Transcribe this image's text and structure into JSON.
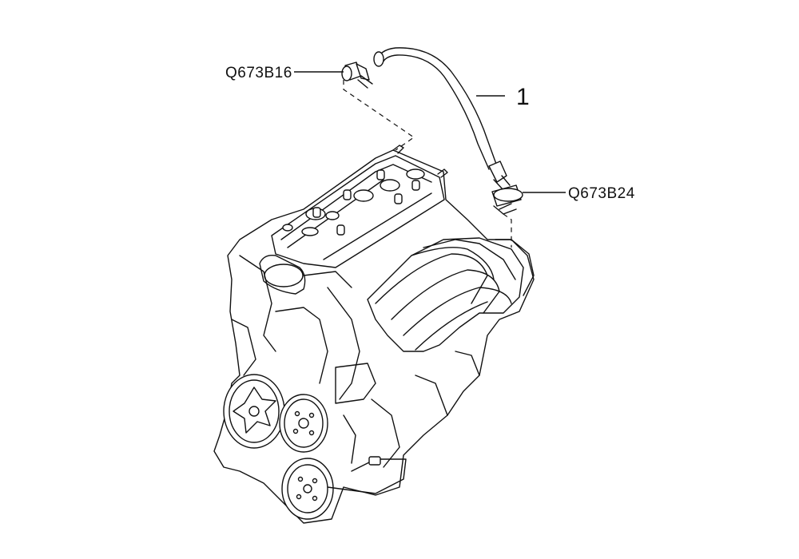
{
  "callouts": {
    "clamp_top": "Q673B16",
    "clamp_bottom": "Q673B24",
    "hose_ref": "1"
  }
}
